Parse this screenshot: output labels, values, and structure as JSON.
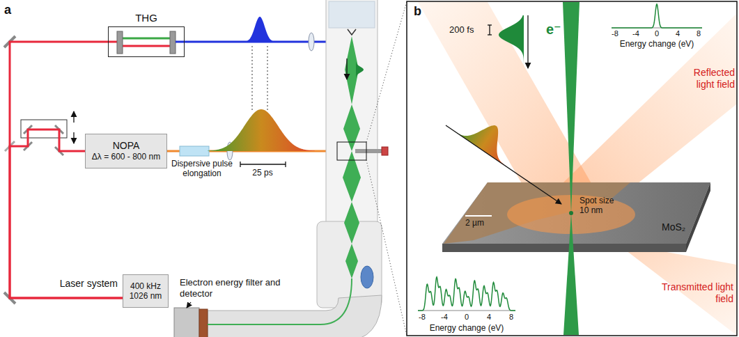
{
  "diagram": {
    "nodes": [
      {
        "text": [
          "THG"
        ]
      },
      {
        "text": [
          "NOPA",
          "Δλ = 600 - 800 nm"
        ]
      },
      {
        "text": [
          "Laser system",
          "400 kHz 1026 nm"
        ]
      }
    ],
    "edges": [
      {
        "from": 2,
        "to": 0,
        "arrow": "none"
      },
      {
        "from": 2,
        "to": 1,
        "arrow": "none"
      }
    ],
    "labels": [
      "a",
      "Dispersive pulse elongation",
      "25 ps",
      "Electron energy filter and detector",
      "b",
      "e⁻",
      "200 fs",
      "-8",
      "-4",
      "0",
      "4",
      "8",
      "Energy change (eV)",
      "Reflected light field",
      "Spot size 10 nm",
      "2 µm",
      "MoS₂",
      "Transmitted light field",
      "-8",
      "-4",
      "0",
      "4",
      "8",
      "Energy change (eV)"
    ]
  }
}
